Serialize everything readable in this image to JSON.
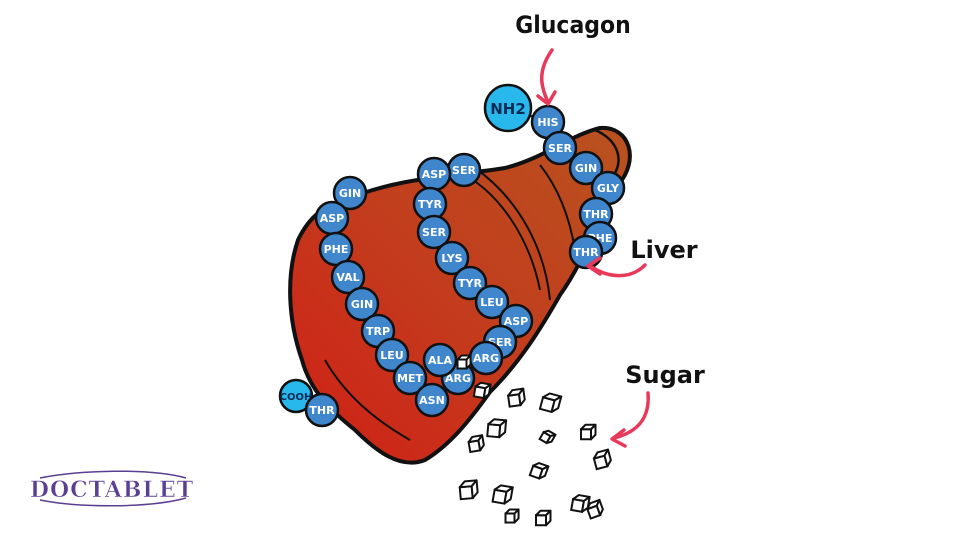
{
  "labels": {
    "glucagon": "Glucagon",
    "liver": "Liver",
    "sugar": "Sugar"
  },
  "logo": {
    "text": "DOCTABLET"
  },
  "glucagon_chain": {
    "n_terminus": "NH2",
    "c_terminus": "COOH",
    "residues": [
      "HIS",
      "SER",
      "GIN",
      "GLY",
      "THR",
      "PHE",
      "THR",
      "SER",
      "ASP",
      "TYR",
      "SER",
      "LYS",
      "TYR",
      "LEU",
      "ASP",
      "SER",
      "ARG",
      "ARG",
      "ALA",
      "GIN",
      "ASP",
      "PHE",
      "VAL",
      "GIN",
      "TRP",
      "LEU",
      "MET",
      "ASN",
      "THR"
    ]
  },
  "colors": {
    "liver_light": "#c4541f",
    "liver_dark": "#c8231a",
    "residue": "#3f86cc",
    "terminus": "#29b8ec",
    "arrow": "#e8395a",
    "logo": "#5a3f93"
  }
}
